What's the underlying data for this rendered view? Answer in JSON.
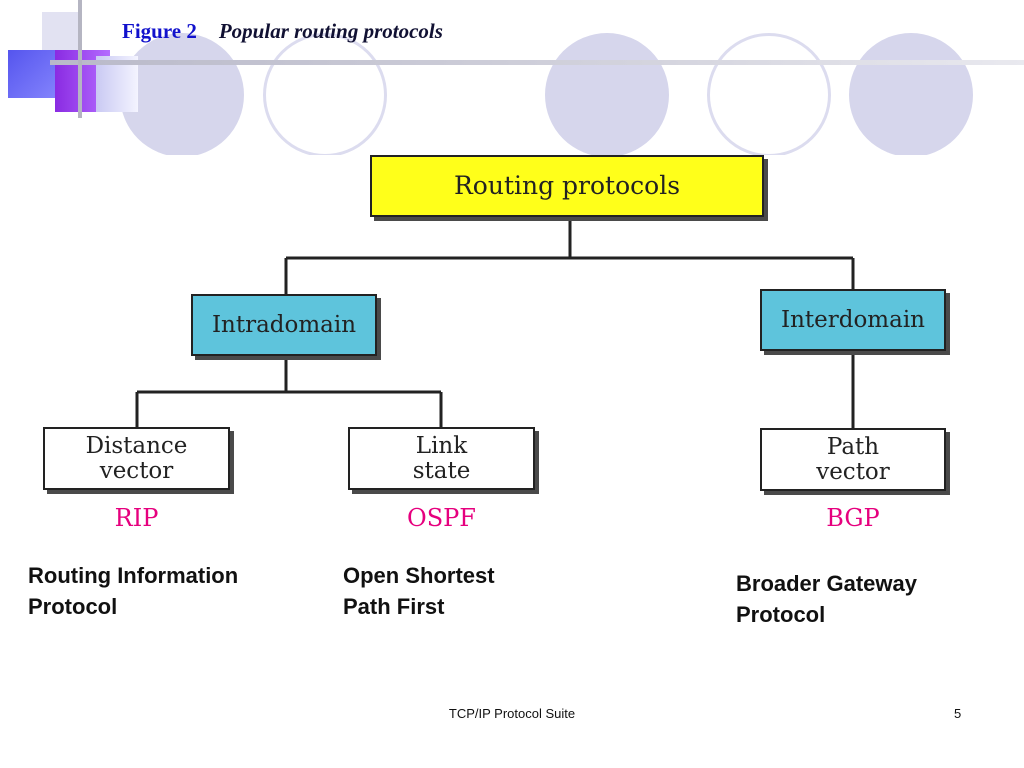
{
  "title": {
    "figure": "Figure 2",
    "caption": "Popular routing protocols"
  },
  "diagram": {
    "root": "Routing protocols",
    "categories": [
      {
        "label": "Intradomain"
      },
      {
        "label": "Interdomain"
      }
    ],
    "methods": [
      {
        "line1": "Distance",
        "line2": "vector",
        "protocol": "RIP",
        "full_line1": "Routing Information",
        "full_line2": "Protocol"
      },
      {
        "line1": "Link",
        "line2": "state",
        "protocol": "OSPF",
        "full_line1": "Open Shortest",
        "full_line2": "Path First"
      },
      {
        "line1": "Path",
        "line2": "vector",
        "protocol": "BGP",
        "full_line1": "Broader Gateway",
        "full_line2": "Protocol"
      }
    ]
  },
  "footer": {
    "text": "TCP/IP Protocol Suite",
    "page": "5"
  },
  "colors": {
    "title": "#1111cc",
    "protocol": "#e6007e",
    "root_box": "#ffff1a",
    "category_box": "#5ec4dc"
  }
}
